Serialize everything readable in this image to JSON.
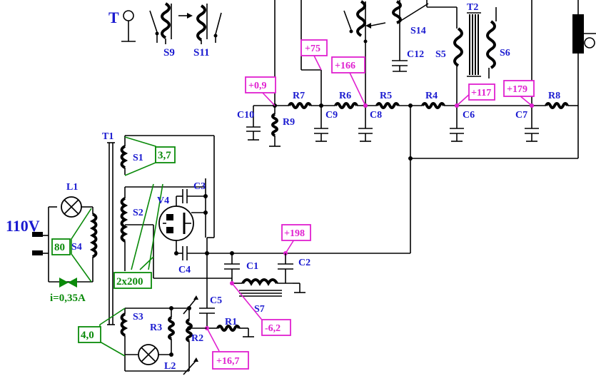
{
  "labels": {
    "T": "T",
    "S9": "S9",
    "S11": "S11",
    "S14": "S14",
    "T2": "T2",
    "S5": "S5",
    "S6": "S6",
    "C12": "C12",
    "R7": "R7",
    "R6": "R6",
    "R5": "R5",
    "R4": "R4",
    "R8": "R8",
    "R9": "R9",
    "C10": "C10",
    "C9": "C9",
    "C8": "C8",
    "C6": "C6",
    "C7": "C7",
    "T1": "T1",
    "S1": "S1",
    "S2": "S2",
    "S3": "S3",
    "S4": "S4",
    "V4": "V4",
    "C3": "C3",
    "C4": "C4",
    "C1": "C1",
    "C2": "C2",
    "C5": "C5",
    "S7": "S7",
    "R1": "R1",
    "R2": "R2",
    "R3": "R3",
    "L1": "L1",
    "L2": "L2",
    "mains": "110V"
  },
  "green_values": {
    "s1_turns": "3,7",
    "s4_turns": "80",
    "s2_turns": "2x200",
    "s3_turns": "4,0",
    "current": "i=0,35A"
  },
  "voltages": {
    "v_r9": "+0,9",
    "v_75": "+75",
    "v_166": "+166",
    "v_117": "+117",
    "v_179": "+179",
    "v_198": "+198",
    "v_neg": "-6,2",
    "v_167": "+16,7"
  },
  "colors": {
    "component_label": "#1a1ad0",
    "winding_value": "#0a8a0a",
    "voltage": "#e020d0"
  }
}
